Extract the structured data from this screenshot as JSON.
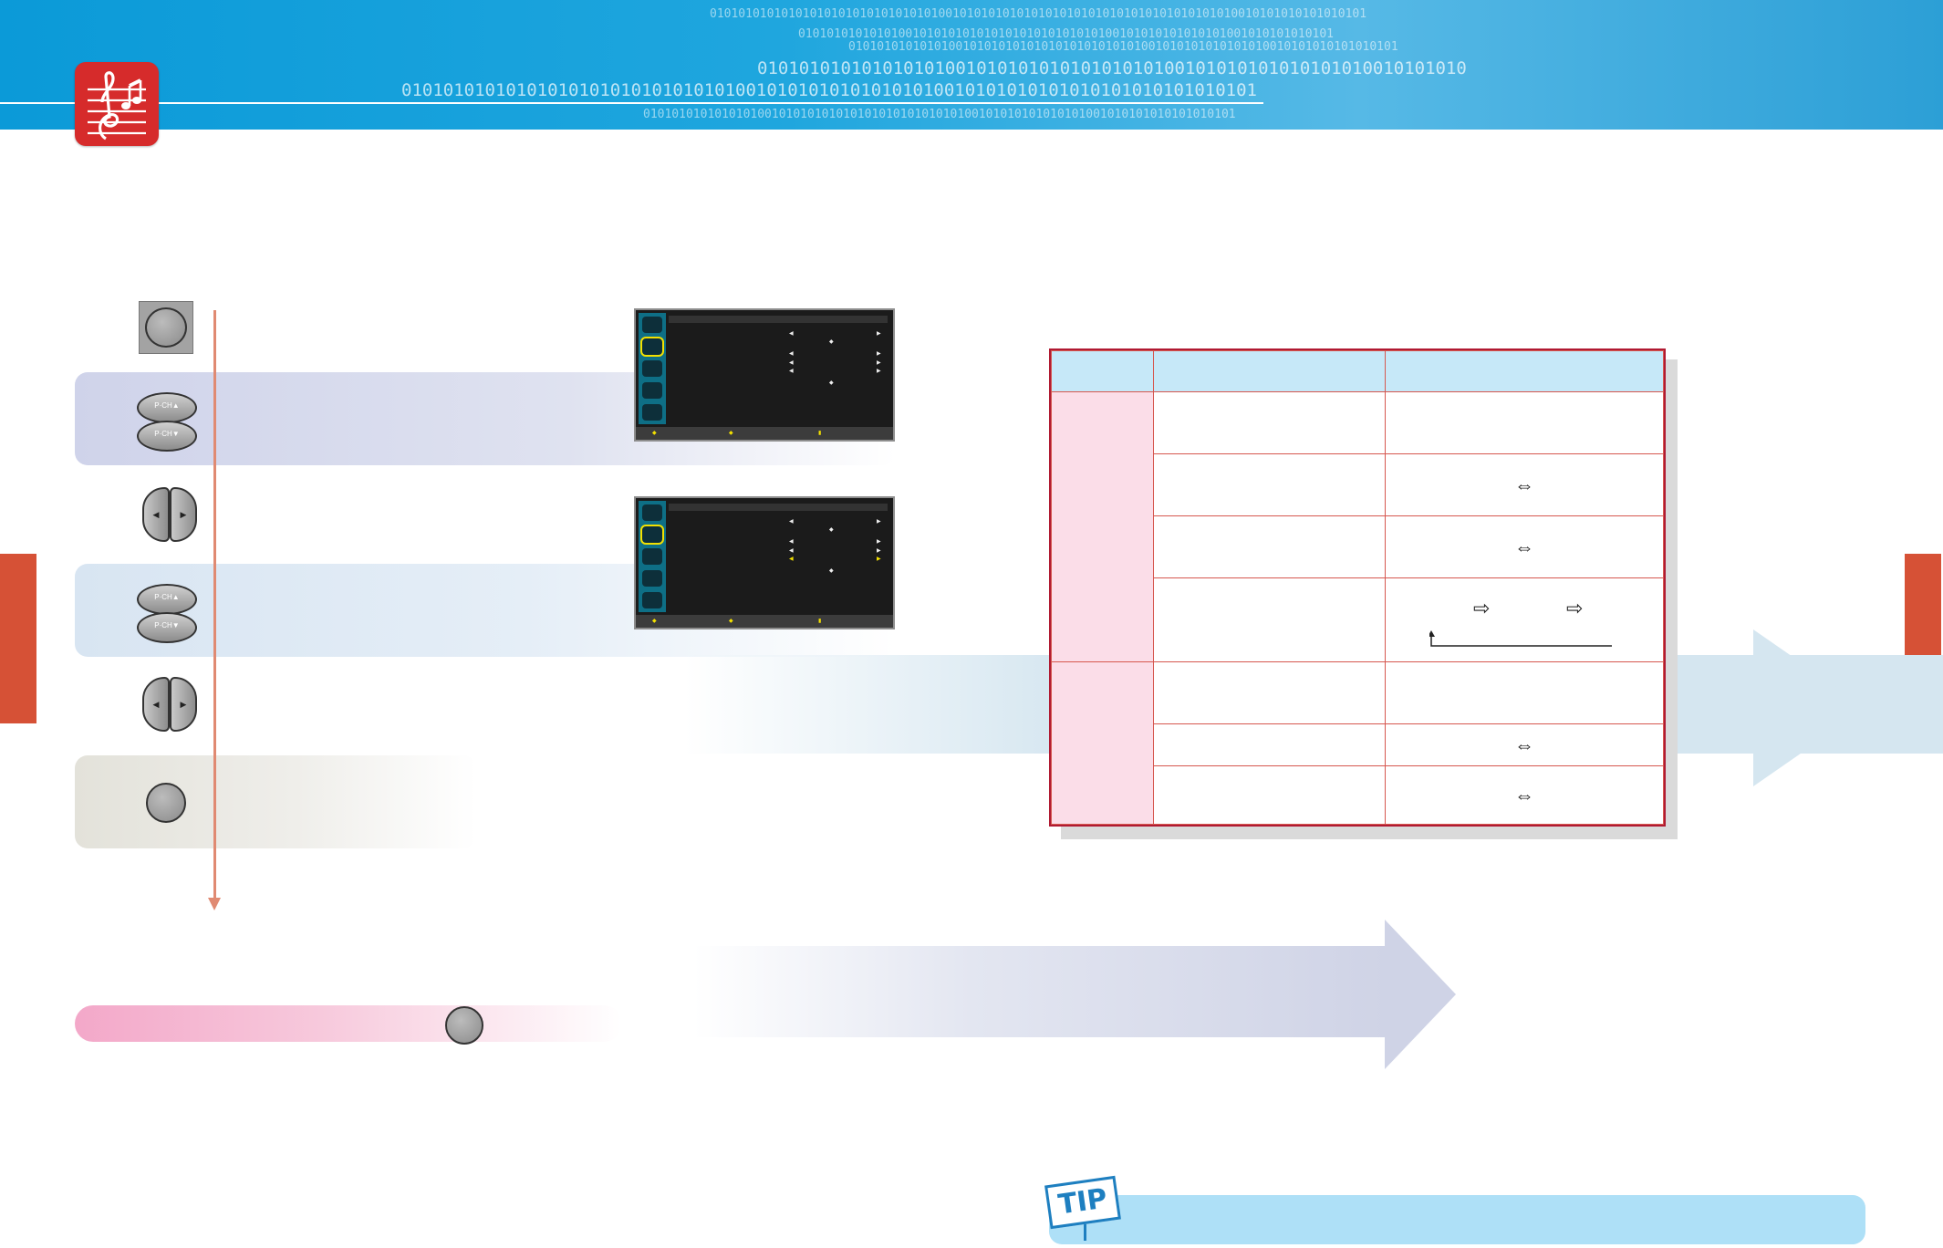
{
  "header": {
    "binary_rows": [
      "01010101010101010101010101010101001010101010101010101010101010101010101010010101010101010101",
      "010101010101010010101010101010101010101010100101010101010101001010101010101",
      "01010101010101001010101010101010101010101001010101010101010010101010101010101",
      "01010101010101010100101010101010101010100101010101010101010010101010",
      "0101010101010101010101010101010100101010101010101010010101010101010101010101010101",
      "01010101010101010010101010101010101010101010100101010101010101001010101010101010101"
    ],
    "logo_icon": "music-staff-icon",
    "accent_color": "#d62b2b",
    "header_color": "#0b9ad8"
  },
  "side_tabs": {
    "color": "#d65136"
  },
  "steps": {
    "flow_color": "#e08a72",
    "buttons": [
      {
        "icon": "menu-button-icon"
      },
      {
        "icon": "channel-updown-icon",
        "up_label": "P·CH▲",
        "down_label": "P·CH▼"
      },
      {
        "icon": "volume-leftright-icon",
        "left_label": "◀",
        "right_label": "▶"
      },
      {
        "icon": "channel-updown-icon",
        "up_label": "P·CH▲",
        "down_label": "P·CH▼"
      },
      {
        "icon": "volume-leftright-icon",
        "left_label": "◀",
        "right_label": "▶"
      },
      {
        "icon": "exit-button-icon"
      }
    ]
  },
  "osd": {
    "screen1": {
      "icons": [
        "picture-icon",
        "sound-icon",
        "channel-icon",
        "setup-icon",
        "timer-icon"
      ],
      "selected": 1
    },
    "screen2": {
      "icons": [
        "picture-icon",
        "sound-icon",
        "channel-icon",
        "setup-icon",
        "timer-icon"
      ],
      "selected": 1
    },
    "bar_symbols": [
      "◆",
      "◆",
      "▮"
    ],
    "row_marks": [
      "◀",
      "◆",
      "▶"
    ]
  },
  "table": {
    "header": [
      "",
      "",
      ""
    ],
    "border_color": "#b01a32",
    "header_color": "#c6e8f8",
    "group_color": "#fbdde8",
    "swap_symbol": "⇔",
    "next_symbol": "⇨"
  },
  "pink_bar": {
    "button_icon": "exit-button-icon"
  },
  "tip": {
    "label": "TIP",
    "color": "#aee0f7"
  }
}
